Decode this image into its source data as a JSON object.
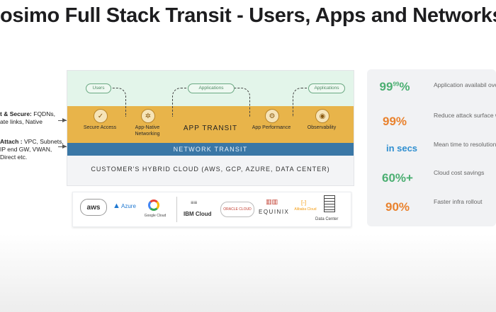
{
  "title": "osimo Full Stack Transit - Users, Apps and Networks",
  "left_notes": [
    {
      "heading": "t & Secure:",
      "text": "FQDNs, ate links, Native"
    },
    {
      "heading": "Attach :",
      "text": "VPC, Subnets, IP end GW, VWAN, Direct etc."
    }
  ],
  "diagram": {
    "pills": [
      "Users",
      "Applications",
      "Applications"
    ],
    "columns": [
      {
        "label": "Secure Access",
        "icon": "shield-icon",
        "glyph": "✓"
      },
      {
        "label": "App-Native Networking",
        "icon": "gear-network-icon",
        "glyph": "✲"
      },
      {
        "label": "App Performance",
        "icon": "gear-icon",
        "glyph": "⚙"
      },
      {
        "label": "Observability",
        "icon": "eye-icon",
        "glyph": "◉"
      }
    ],
    "app_transit": "APP TRANSIT",
    "network_transit": "NETWORK TRANSIT",
    "hybrid_cloud": "CUSTOMER'S HYBRID CLOUD (AWS, GCP, AZURE, DATA CENTER)"
  },
  "logos": {
    "aws": "aws",
    "azure": "Azure",
    "google": "Google Cloud",
    "ibm": "IBM Cloud",
    "oracle": "ORACLE CLOUD",
    "equinix": "EQUINIX",
    "alibaba": "Alibaba Cloud",
    "datacenter": "Data Center"
  },
  "stats": [
    {
      "value": "99",
      "sup": "99",
      "pct": "%",
      "color": "#4caf72",
      "desc": "Application availabil over any transport"
    },
    {
      "value": "99%",
      "color": "#e9822e",
      "desc": "Reduce attack surface with ZTNA & ."
    },
    {
      "value": "in secs",
      "color": "#2f8fd0",
      "desc": "Mean time to resolution"
    },
    {
      "value": "60%+",
      "color": "#4caf72",
      "desc": "Cloud cost savings"
    },
    {
      "value": "90%",
      "color": "#e9822e",
      "desc": "Faster infra rollout"
    }
  ]
}
